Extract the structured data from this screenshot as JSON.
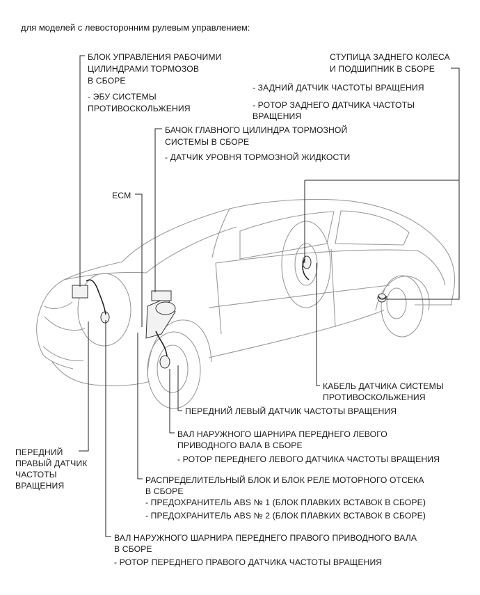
{
  "header": "для моделей с левосторонним рулевым управлением:",
  "labels": {
    "brake_actuator": [
      "БЛОК УПРАВЛЕНИЯ РАБОЧИМИ",
      "ЦИЛИНДРАМИ ТОРМОЗОВ",
      "В СБОРЕ"
    ],
    "brake_actuator_sub": [
      "- ЭБУ СИСТЕМЫ",
      "ПРОТИВОСКОЛЬЖЕНИЯ"
    ],
    "master_cyl": [
      "БАЧОК ГЛАВНОГО ЦИЛИНДРА ТОРМОЗНОЙ",
      "СИСТЕМЫ В СБОРЕ"
    ],
    "master_cyl_sub": "- ДАТЧИК УРОВНЯ ТОРМОЗНОЙ ЖИДКОСТИ",
    "ecm": "ECM",
    "rear_hub": [
      "СТУПИЦА ЗАДНЕГО КОЛЕСА",
      "И ПОДШИПНИК В СБОРЕ"
    ],
    "rear_hub_sub1": "- ЗАДНИЙ ДАТЧИК ЧАСТОТЫ ВРАЩЕНИЯ",
    "rear_hub_sub2": [
      "- РОТОР ЗАДНЕГО ДАТЧИКА ЧАСТОТЫ",
      "ВРАЩЕНИЯ"
    ],
    "skid_cable": [
      "КАБЕЛЬ ДАТЧИКА СИСТЕМЫ",
      "ПРОТИВОСКОЛЬЖЕНИЯ"
    ],
    "front_left_sensor": "ПЕРЕДНИЙ ЛЕВЫЙ ДАТЧИК ЧАСТОТЫ ВРАЩЕНИЯ",
    "front_left_shaft": [
      "ВАЛ НАРУЖНОГО ШАРНИРА ПЕРЕДНЕГО ЛЕВОГО",
      "ПРИВОДНОГО ВАЛА В СБОРЕ"
    ],
    "front_left_shaft_sub": "- РОТОР ПЕРЕДНЕГО ЛЕВОГО ДАТЧИКА ЧАСТОТЫ ВРАЩЕНИЯ",
    "front_right_sensor": [
      "ПЕРЕДНИЙ",
      "ПРАВЫЙ ДАТЧИК",
      "ЧАСТОТЫ",
      "ВРАЩЕНИЯ"
    ],
    "relay_block": [
      "РАСПРЕДЕЛИТЕЛЬНЫЙ БЛОК И БЛОК РЕЛЕ МОТОРНОГО ОТСЕКА",
      "В СБОРЕ"
    ],
    "relay_sub1": "- ПРЕДОХРАНИТЕЛЬ ABS № 1 (БЛОК ПЛАВКИХ ВСТАВОК В СБОРЕ)",
    "relay_sub2": "- ПРЕДОХРАНИТЕЛЬ ABS № 2 (БЛОК ПЛАВКИХ ВСТАВОК В СБОРЕ)",
    "front_right_shaft": [
      "ВАЛ НАРУЖНОГО ШАРНИРА ПЕРЕДНЕГО ПРАВОГО ПРИВОДНОГО ВАЛА",
      "В СБОРЕ"
    ],
    "front_right_shaft_sub": "- РОТОР ПЕРЕДНЕГО ПРАВОГО ДАТЧИКА ЧАСТОТЫ ВРАЩЕНИЯ"
  }
}
